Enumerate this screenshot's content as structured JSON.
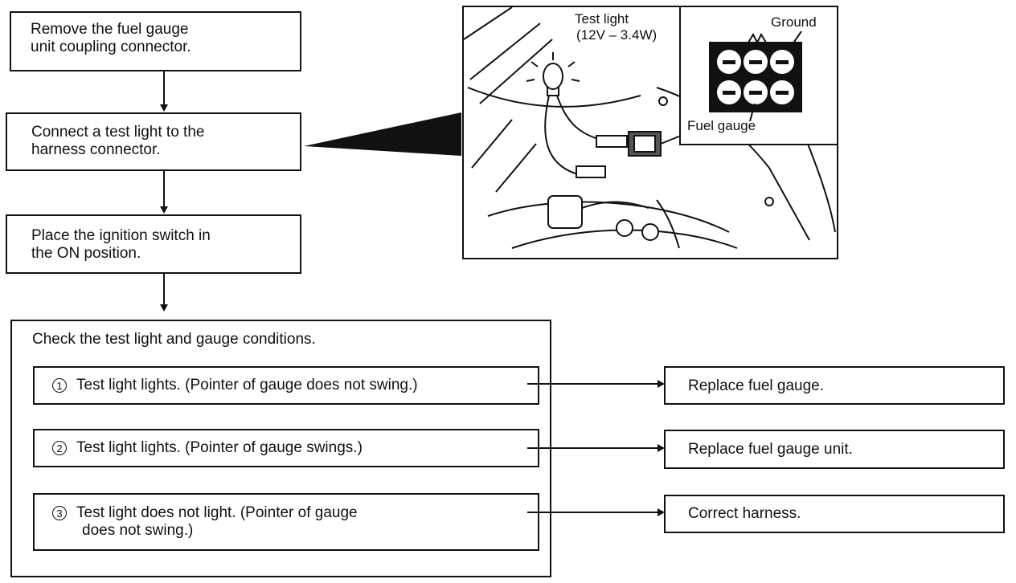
{
  "flow": {
    "step1": {
      "line1": "Remove the fuel gauge",
      "line2": "unit coupling connector."
    },
    "step2": {
      "line1": "Connect a test light to the",
      "line2": "harness connector."
    },
    "step3": {
      "line1": "Place the ignition switch in",
      "line2": "the ON position."
    }
  },
  "check": {
    "title": "Check the test light and gauge conditions.",
    "conditions": [
      {
        "num": "1",
        "line1": "Test light lights. (Pointer of gauge does not swing.)",
        "line2": ""
      },
      {
        "num": "2",
        "line1": "Test light lights. (Pointer of gauge swings.)",
        "line2": ""
      },
      {
        "num": "3",
        "line1": "Test light does not light. (Pointer of gauge",
        "line2": "does not swing.)"
      }
    ]
  },
  "results": [
    {
      "label": "Replace fuel gauge."
    },
    {
      "label": "Replace fuel gauge unit."
    },
    {
      "label": "Correct harness."
    }
  ],
  "illustration": {
    "test_light_label": "Test light",
    "test_light_spec": "(12V – 3.4W)",
    "ground_label": "Ground",
    "fuel_gauge_label": "Fuel gauge"
  }
}
